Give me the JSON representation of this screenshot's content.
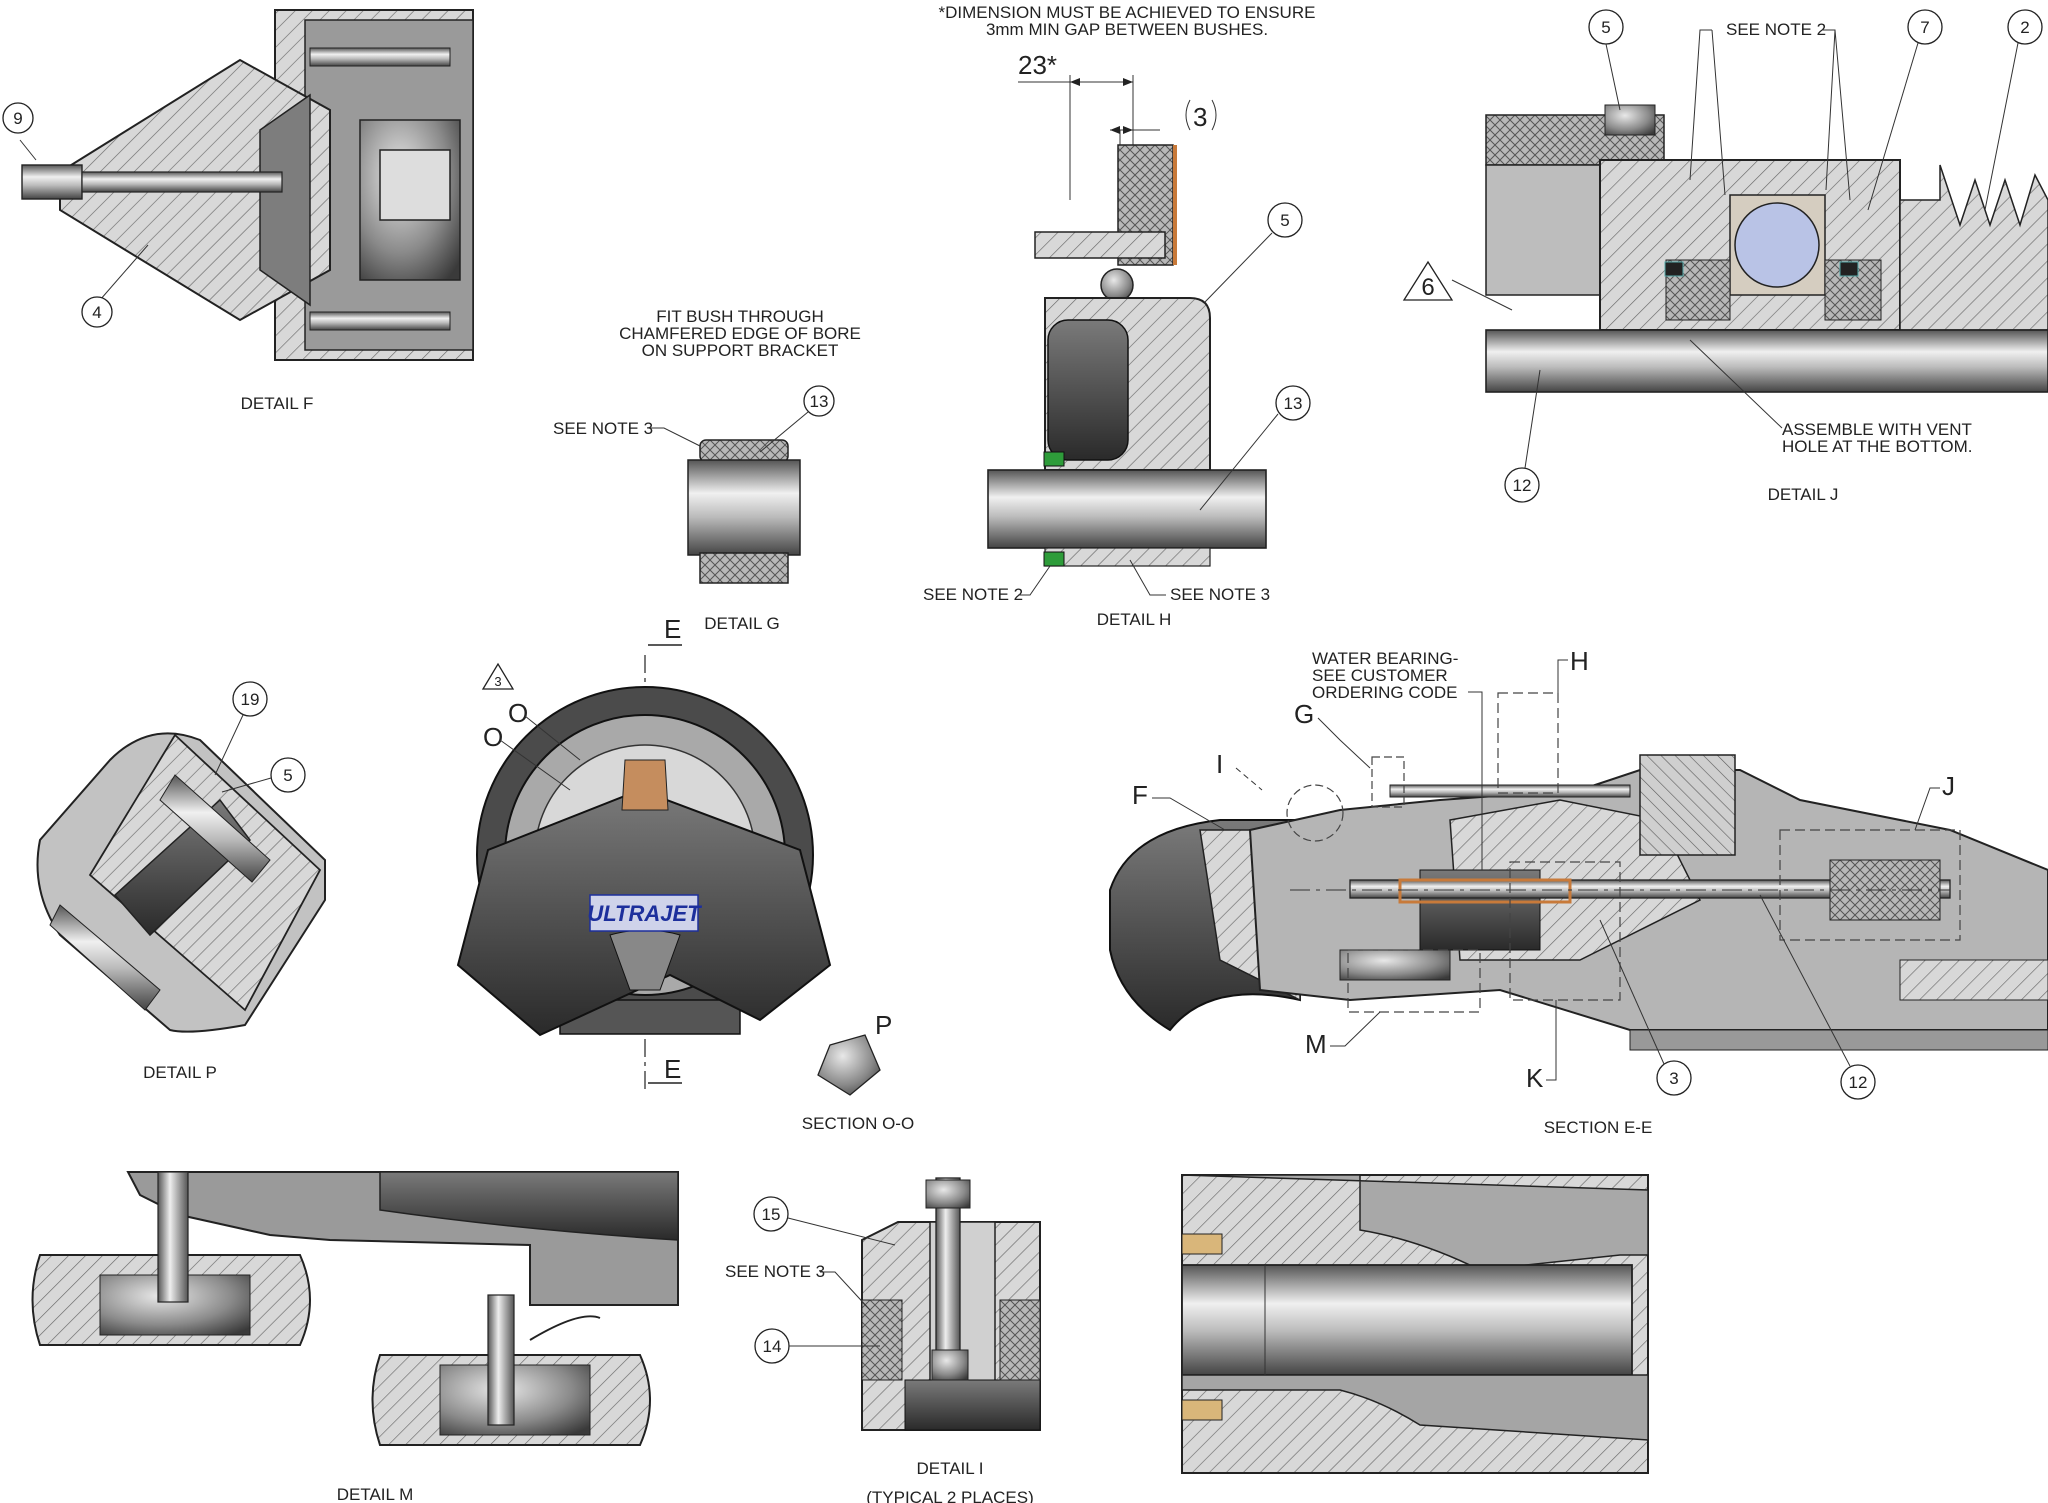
{
  "notes": {
    "dimension_note": [
      "*DIMENSION MUST BE ACHIEVED TO ENSURE",
      "3mm MIN GAP BETWEEN BUSHES."
    ],
    "fit_bush_note": [
      "FIT BUSH THROUGH",
      "CHAMFERED EDGE OF BORE",
      "ON SUPPORT BRACKET"
    ],
    "water_bearing_note": [
      "WATER BEARING-",
      "SEE CUSTOMER",
      "ORDERING CODE"
    ],
    "assemble_note": [
      "ASSEMBLE WITH VENT",
      "HOLE AT THE BOTTOM."
    ],
    "see_note_2": "SEE NOTE 2",
    "see_note_3": "SEE NOTE 3"
  },
  "dimensions": {
    "gap_23": "23*",
    "gap_3": "3"
  },
  "views": {
    "detail_f": "DETAIL F",
    "detail_g": "DETAIL G",
    "detail_h": "DETAIL H",
    "detail_j": "DETAIL J",
    "detail_p": "DETAIL P",
    "detail_m": "DETAIL M",
    "detail_i": "DETAIL I",
    "detail_i_sub": "(TYPICAL 2 PLACES)",
    "section_oo": "SECTION O-O",
    "section_ee": "SECTION E-E"
  },
  "section_letters": {
    "e_top": "E",
    "e_bottom": "E",
    "o1": "O",
    "o2": "O",
    "p": "P",
    "h": "H",
    "g": "G",
    "i": "I",
    "f": "F",
    "j": "J",
    "m": "M",
    "k": "K"
  },
  "revision_triangles": {
    "rev_3": "3",
    "rev_6": "6"
  },
  "balloons": {
    "b9": "9",
    "b4": "4",
    "b13_g": "13",
    "b5_h": "5",
    "b13_h": "13",
    "b5_j": "5",
    "b7_j": "7",
    "b2_j": "2",
    "b12_j": "12",
    "b19_p": "19",
    "b5_p": "5",
    "b3_e": "3",
    "b12_e": "12",
    "b15_i": "15",
    "b14_i": "14"
  },
  "logo_text": "ULTRAJET",
  "colors": {
    "logo_blue": "#1d2f9c",
    "hatch": "#555555",
    "bush_brown": "#c87a3a",
    "ball_blue": "#b9c3e6",
    "seal_green": "#2e9c3a"
  }
}
